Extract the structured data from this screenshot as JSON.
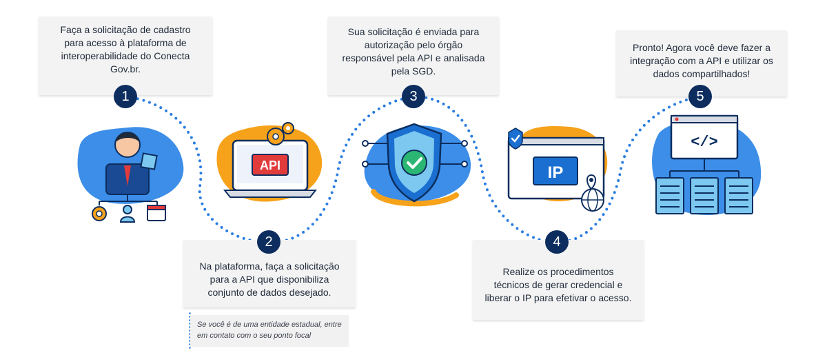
{
  "steps": [
    {
      "number": "1",
      "text": "Faça a solicitação de cadastro para acesso à plataforma de interoperabilidade do Conecta Gov.br."
    },
    {
      "number": "2",
      "text": "Na plataforma, faça a solicitação para a API que disponibiliza conjunto de dados desejado."
    },
    {
      "number": "3",
      "text": "Sua solicitação é enviada para autorização pelo órgão responsável pela API e analisada pela SGD."
    },
    {
      "number": "4",
      "text": "Realize os procedimentos técnicos de gerar credencial e liberar o IP para efetivar o acesso."
    },
    {
      "number": "5",
      "text": "Pronto! Agora você deve fazer a integração com a API e utilizar os dados compartilhados!"
    }
  ],
  "note": "Se você é de uma entidade estadual, entre em contato com o seu ponto focal",
  "illustrations": {
    "api_label": "API",
    "ip_label": "IP",
    "code_label": "</>"
  },
  "colors": {
    "badge": "#0c2d5e",
    "dots": "#2a7de1",
    "blue_blob": "#3c8ee8",
    "orange_blob": "#f6a21a",
    "dark_blue": "#1a4a93"
  }
}
